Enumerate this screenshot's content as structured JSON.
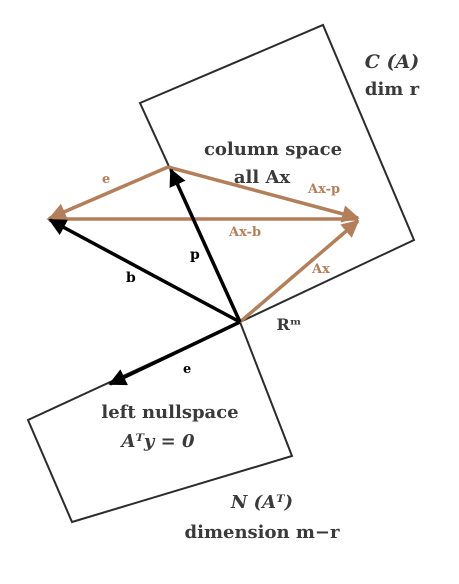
{
  "colors": {
    "black_vector": "#000000",
    "brown_vector": "#b37f5b",
    "box_stroke": "#2b2b2b",
    "dark_text": "#3a3a3a"
  },
  "column_space": {
    "corner_label_line1": "C (A)",
    "corner_label_line2": "dim r",
    "inner_label_line1": "column space",
    "inner_label_line2": "all Ax"
  },
  "left_nullspace": {
    "inner_label_line1": "left nullspace",
    "inner_label_line2": "Aᵀy = 0",
    "corner_label_line1": "N (Aᵀ)",
    "corner_label_line2": "dimension m−r"
  },
  "space_label": "Rᵐ",
  "vectors": {
    "b": "b",
    "p": "p",
    "e_black": "e",
    "e_brown": "e",
    "ax": "Ax",
    "ax_minus_b": "Ax-b",
    "ax_minus_p": "Ax-p"
  }
}
